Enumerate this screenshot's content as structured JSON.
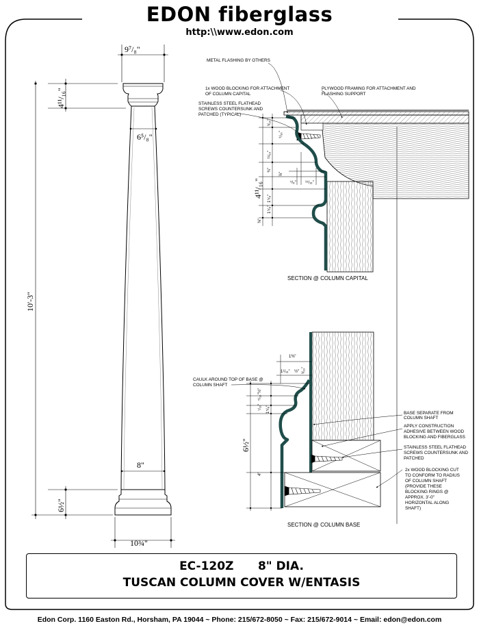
{
  "header": {
    "brand": "EDON fiberglass",
    "url": "http:\\\\www.edon.com"
  },
  "column_elevation": {
    "top_width": "9⁷/₈\"",
    "capital_height": "4¹¹/₁₆\"",
    "upper_shaft_diameter": "6⁵/₈\"",
    "overall_height": "10'-3\"",
    "lower_shaft_diameter": "8\"",
    "base_height": "6½\"",
    "base_width": "10¾\""
  },
  "capital_section": {
    "caption": "SECTION @ COLUMN CAPITAL",
    "notes": {
      "flashing": "METAL FLASHING BY OTHERS",
      "blocking_1": "1x WOOD BLOCKING FOR ATTACHMENT",
      "blocking_2": "OF COLUMN CAPITAL",
      "plywood_1": "PLYWOOD FRAMING FOR ATTACHMENT AND",
      "plywood_2": "FLASHING SUPPORT",
      "screws_1": "STAINLESS STEEL FLATHEAD",
      "screws_2": "SCREWS COUNTERSUNK AND",
      "screws_3": "PATCHED (TYPICAL)"
    },
    "dims": {
      "height": "4¹¹/₁₆\"",
      "d1": "³/₁₆\"",
      "d2": "⁹/₁₆\"",
      "d3": "¹¹/₁₆\"",
      "d4": "¾\"",
      "d5": "¹⁵/₁₆\"",
      "d6": "⁵/₈\"",
      "d7": "1⁵/₈\"",
      "d8": "1⁵/₈\"",
      "d9": "⅜\"",
      "d10": "⅞\""
    }
  },
  "base_section": {
    "caption": "SECTION @ COLUMN BASE",
    "notes": {
      "caulk_1": "CAULK AROUND TOP OF BASE @",
      "caulk_2": "COLUMN SHAFT",
      "separate_1": "BASE SEPARATE FROM",
      "separate_2": "COLUMN SHAFT",
      "adhesive_1": "APPLY CONSTRUCTION",
      "adhesive_2": "ADHESIVE BETWEEN WOOD",
      "adhesive_3": "BLOCKING AND FIBERGLASS",
      "screws_1": "STAINLESS STEEL FLATHEAD",
      "screws_2": "SCREWS COUNTERSUNK AND",
      "screws_3": "PATCHED",
      "blocking_1": "2x WOOD BLOCKING CUT",
      "blocking_2": "TO CONFORM TO RADIUS",
      "blocking_3": "OF COLUMN SHAFT",
      "blocking_4": "(PROVIDE THESE",
      "blocking_5": "BLOCKING RINGS @",
      "blocking_6": "APPROX. 3'-0\"",
      "blocking_7": "HORIZONTAL ALONG",
      "blocking_8": "SHAFT)"
    },
    "dims": {
      "height": "6½\"",
      "block": "4\"",
      "top1": "1⅜\"",
      "top2": "1¹/₁₆\"",
      "top3": "½\"",
      "top4": "³/₁₆\"",
      "s1": "1⁵/₈\"",
      "s2": "⁷/₁₆\"",
      "s3": "⁵/₁₆\"",
      "s4": "½\""
    }
  },
  "title": {
    "model": "EC-120Z",
    "size": "8\" DIA.",
    "description": "TUSCAN COLUMN COVER W/ENTASIS"
  },
  "footer": {
    "text": "Edon Corp. 1160 Easton Rd.,  Horsham, PA 19044 ~ Phone: 215/672-8050 ~ Fax:  215/672-9014 ~ Email: edon@edon.com"
  },
  "colors": {
    "fiberglass": "#1f4d4a",
    "line": "#000000"
  }
}
